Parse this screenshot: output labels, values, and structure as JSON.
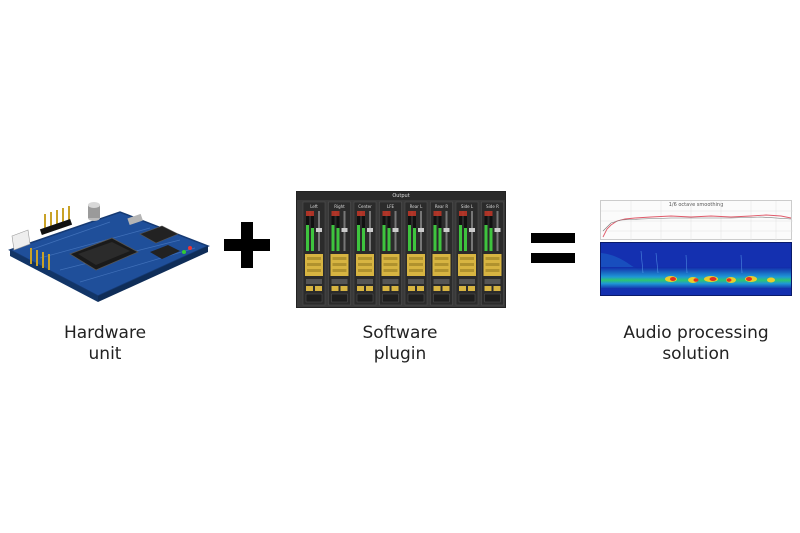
{
  "items": [
    {
      "label_line1": "Hardware",
      "label_line2": "unit"
    },
    {
      "label_line1": "Software",
      "label_line2": "plugin"
    },
    {
      "label_line1": "Audio processing",
      "label_line2": "solution"
    }
  ],
  "operators": {
    "plus": "+",
    "equals": "="
  },
  "plugin": {
    "window_title": "Output",
    "channels": [
      "Left",
      "Right",
      "Center",
      "LFE",
      "Rear L",
      "Rear R",
      "Side L",
      "Side R"
    ]
  },
  "analysis": {
    "chart_title": "1/6 octave smoothing"
  },
  "colors": {
    "board_blue": "#1f4f9a",
    "plugin_bg": "#3a3a3a",
    "fader_gold": "#d7b441",
    "meter_green": "#3ec43e",
    "spectrogram_blue": "#1228a8"
  }
}
